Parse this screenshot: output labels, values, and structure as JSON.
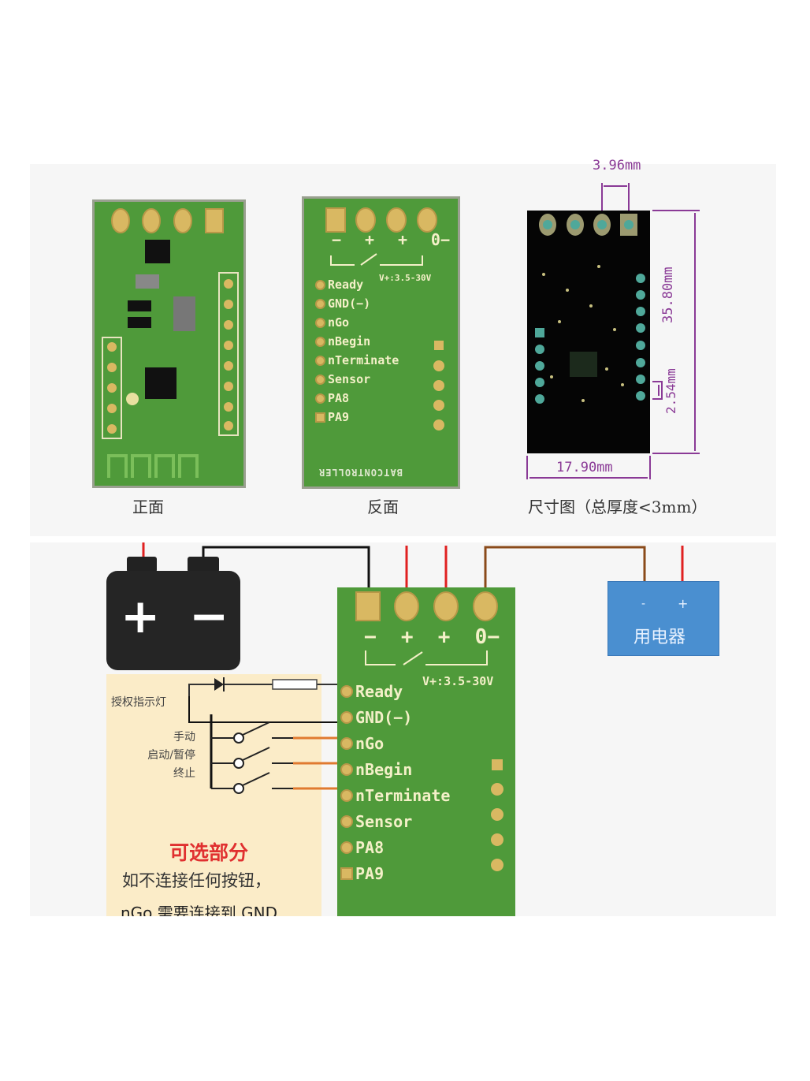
{
  "top": {
    "front_caption": "正面",
    "back_caption": "反面",
    "dim_caption": "尺寸图（总厚度<3mm）",
    "back_board": {
      "polarity": [
        "−",
        "+",
        "+",
        "0−"
      ],
      "voltage": "V+:3.5-30V",
      "pins": [
        "Ready",
        "GND(−)",
        "nGo",
        "nBegin",
        "nTerminate",
        "Sensor",
        "PA8",
        "PA9"
      ],
      "brand": "BATCONTROLLER"
    },
    "dimensions": {
      "pitch_top": "3.96mm",
      "height": "35.80mm",
      "pitch_side": "2.54mm",
      "width": "17.90mm"
    }
  },
  "bottom": {
    "battery": {
      "plus": "+",
      "minus": "−"
    },
    "load": {
      "minus": "-",
      "plus": "+",
      "label": "用电器"
    },
    "board": {
      "polarity": [
        "−",
        "+",
        "+",
        "0−"
      ],
      "voltage": "V+:3.5-30V",
      "pins": [
        "Ready",
        "GND(−)",
        "nGo",
        "nBegin",
        "nTerminate",
        "Sensor",
        "PA8",
        "PA9"
      ]
    },
    "optional": {
      "led_label": "授权指示灯",
      "switch_labels": [
        "手动",
        "启动/暂停",
        "终止"
      ],
      "title": "可选部分",
      "note1": "如不连接任何按钮，",
      "note2": "nGo 需要连接到 GND"
    }
  },
  "colors": {
    "pcb": "#4f9a3a",
    "dimension": "#8a3a96",
    "wire_red": "#e02020",
    "wire_brown": "#8a4a1a",
    "wire_orange": "#e07a30",
    "load_box": "#4a8fd0",
    "optional_bg": "#fbecc8"
  }
}
